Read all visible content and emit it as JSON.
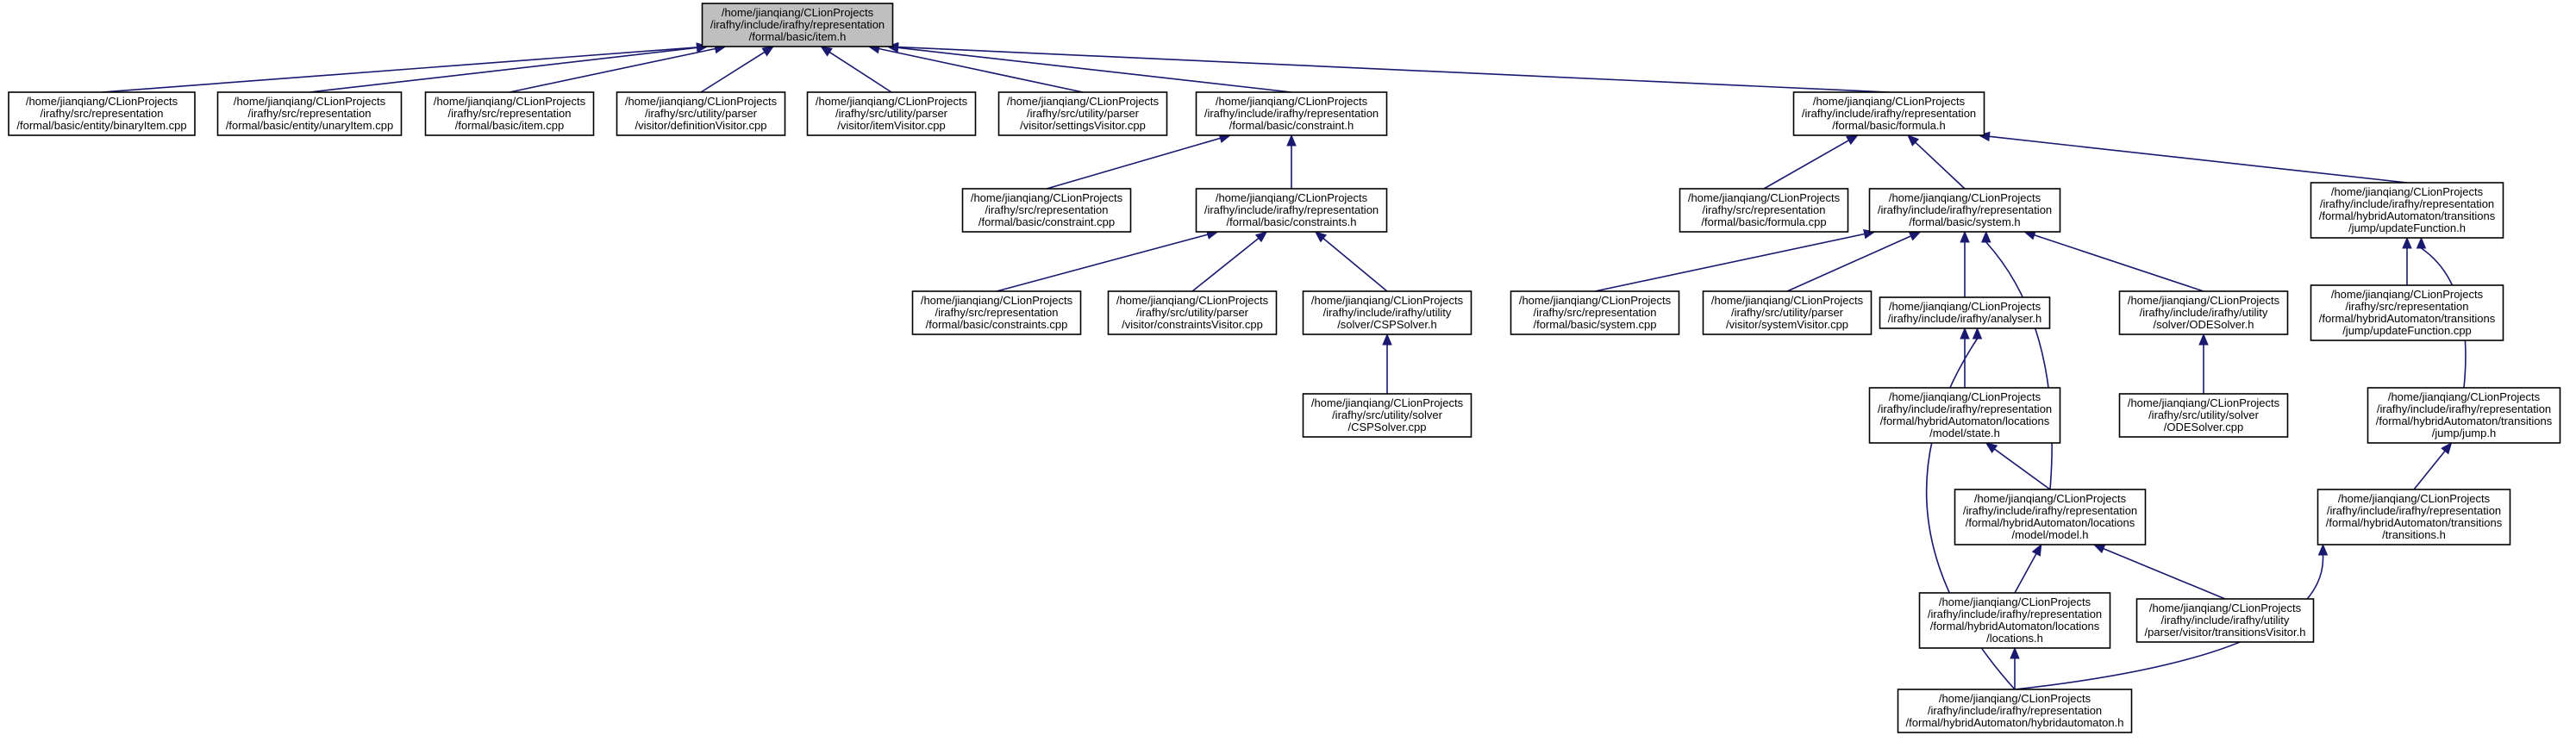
{
  "nodes": [
    {
      "id": "item_h",
      "lines": [
        "/home/jianqiang/CLionProjects",
        "/irafhy/include/irafhy/representation",
        "/formal/basic/item.h"
      ],
      "root": true
    },
    {
      "id": "binaryItem_cpp",
      "lines": [
        "/home/jianqiang/CLionProjects",
        "/irafhy/src/representation",
        "/formal/basic/entity/binaryItem.cpp"
      ]
    },
    {
      "id": "unaryItem_cpp",
      "lines": [
        "/home/jianqiang/CLionProjects",
        "/irafhy/src/representation",
        "/formal/basic/entity/unaryItem.cpp"
      ]
    },
    {
      "id": "item_cpp",
      "lines": [
        "/home/jianqiang/CLionProjects",
        "/irafhy/src/representation",
        "/formal/basic/item.cpp"
      ]
    },
    {
      "id": "definitionVisitor_cpp",
      "lines": [
        "/home/jianqiang/CLionProjects",
        "/irafhy/src/utility/parser",
        "/visitor/definitionVisitor.cpp"
      ]
    },
    {
      "id": "itemVisitor_cpp",
      "lines": [
        "/home/jianqiang/CLionProjects",
        "/irafhy/src/utility/parser",
        "/visitor/itemVisitor.cpp"
      ]
    },
    {
      "id": "settingsVisitor_cpp",
      "lines": [
        "/home/jianqiang/CLionProjects",
        "/irafhy/src/utility/parser",
        "/visitor/settingsVisitor.cpp"
      ]
    },
    {
      "id": "constraint_h",
      "lines": [
        "/home/jianqiang/CLionProjects",
        "/irafhy/include/irafhy/representation",
        "/formal/basic/constraint.h"
      ]
    },
    {
      "id": "formula_h",
      "lines": [
        "/home/jianqiang/CLionProjects",
        "/irafhy/include/irafhy/representation",
        "/formal/basic/formula.h"
      ]
    },
    {
      "id": "constraint_cpp",
      "lines": [
        "/home/jianqiang/CLionProjects",
        "/irafhy/src/representation",
        "/formal/basic/constraint.cpp"
      ]
    },
    {
      "id": "constraints_h",
      "lines": [
        "/home/jianqiang/CLionProjects",
        "/irafhy/include/irafhy/representation",
        "/formal/basic/constraints.h"
      ]
    },
    {
      "id": "formula_cpp",
      "lines": [
        "/home/jianqiang/CLionProjects",
        "/irafhy/src/representation",
        "/formal/basic/formula.cpp"
      ]
    },
    {
      "id": "system_h",
      "lines": [
        "/home/jianqiang/CLionProjects",
        "/irafhy/include/irafhy/representation",
        "/formal/basic/system.h"
      ]
    },
    {
      "id": "updateFunction_h",
      "lines": [
        "/home/jianqiang/CLionProjects",
        "/irafhy/include/irafhy/representation",
        "/formal/hybridAutomaton/transitions",
        "/jump/updateFunction.h"
      ]
    },
    {
      "id": "constraints_cpp",
      "lines": [
        "/home/jianqiang/CLionProjects",
        "/irafhy/src/representation",
        "/formal/basic/constraints.cpp"
      ]
    },
    {
      "id": "constraintsVisitor_cpp",
      "lines": [
        "/home/jianqiang/CLionProjects",
        "/irafhy/src/utility/parser",
        "/visitor/constraintsVisitor.cpp"
      ]
    },
    {
      "id": "CSPSolver_h",
      "lines": [
        "/home/jianqiang/CLionProjects",
        "/irafhy/include/irafhy/utility",
        "/solver/CSPSolver.h"
      ]
    },
    {
      "id": "system_cpp",
      "lines": [
        "/home/jianqiang/CLionProjects",
        "/irafhy/src/representation",
        "/formal/basic/system.cpp"
      ]
    },
    {
      "id": "systemVisitor_cpp",
      "lines": [
        "/home/jianqiang/CLionProjects",
        "/irafhy/src/utility/parser",
        "/visitor/systemVisitor.cpp"
      ]
    },
    {
      "id": "analyser_h",
      "lines": [
        "/home/jianqiang/CLionProjects",
        "/irafhy/include/irafhy/analyser.h"
      ]
    },
    {
      "id": "ODESolver_h",
      "lines": [
        "/home/jianqiang/CLionProjects",
        "/irafhy/include/irafhy/utility",
        "/solver/ODESolver.h"
      ]
    },
    {
      "id": "updateFunction_cpp",
      "lines": [
        "/home/jianqiang/CLionProjects",
        "/irafhy/src/representation",
        "/formal/hybridAutomaton/transitions",
        "/jump/updateFunction.cpp"
      ]
    },
    {
      "id": "CSPSolver_cpp",
      "lines": [
        "/home/jianqiang/CLionProjects",
        "/irafhy/src/utility/solver",
        "/CSPSolver.cpp"
      ]
    },
    {
      "id": "state_h",
      "lines": [
        "/home/jianqiang/CLionProjects",
        "/irafhy/include/irafhy/representation",
        "/formal/hybridAutomaton/locations",
        "/model/state.h"
      ]
    },
    {
      "id": "ODESolver_cpp",
      "lines": [
        "/home/jianqiang/CLionProjects",
        "/irafhy/src/utility/solver",
        "/ODESolver.cpp"
      ]
    },
    {
      "id": "jump_h",
      "lines": [
        "/home/jianqiang/CLionProjects",
        "/irafhy/include/irafhy/representation",
        "/formal/hybridAutomaton/transitions",
        "/jump/jump.h"
      ]
    },
    {
      "id": "model_h",
      "lines": [
        "/home/jianqiang/CLionProjects",
        "/irafhy/include/irafhy/representation",
        "/formal/hybridAutomaton/locations",
        "/model/model.h"
      ]
    },
    {
      "id": "transitions_h",
      "lines": [
        "/home/jianqiang/CLionProjects",
        "/irafhy/include/irafhy/representation",
        "/formal/hybridAutomaton/transitions",
        "/transitions.h"
      ]
    },
    {
      "id": "locations_h",
      "lines": [
        "/home/jianqiang/CLionProjects",
        "/irafhy/include/irafhy/representation",
        "/formal/hybridAutomaton/locations",
        "/locations.h"
      ]
    },
    {
      "id": "transitionsVisitor_h",
      "lines": [
        "/home/jianqiang/CLionProjects",
        "/irafhy/include/irafhy/utility",
        "/parser/visitor/transitionsVisitor.h"
      ]
    },
    {
      "id": "hybridautomaton_h",
      "lines": [
        "/home/jianqiang/CLionProjects",
        "/irafhy/include/irafhy/representation",
        "/formal/hybridAutomaton/hybridautomaton.h"
      ]
    }
  ],
  "edges": [
    [
      "binaryItem_cpp",
      "item_h"
    ],
    [
      "unaryItem_cpp",
      "item_h"
    ],
    [
      "item_cpp",
      "item_h"
    ],
    [
      "definitionVisitor_cpp",
      "item_h"
    ],
    [
      "itemVisitor_cpp",
      "item_h"
    ],
    [
      "settingsVisitor_cpp",
      "item_h"
    ],
    [
      "constraint_h",
      "item_h"
    ],
    [
      "formula_h",
      "item_h"
    ],
    [
      "constraint_cpp",
      "constraint_h"
    ],
    [
      "constraints_h",
      "constraint_h"
    ],
    [
      "constraints_cpp",
      "constraints_h"
    ],
    [
      "constraintsVisitor_cpp",
      "constraints_h"
    ],
    [
      "CSPSolver_h",
      "constraints_h"
    ],
    [
      "CSPSolver_cpp",
      "CSPSolver_h"
    ],
    [
      "formula_cpp",
      "formula_h"
    ],
    [
      "system_h",
      "formula_h"
    ],
    [
      "updateFunction_h",
      "formula_h"
    ],
    [
      "system_cpp",
      "system_h"
    ],
    [
      "systemVisitor_cpp",
      "system_h"
    ],
    [
      "analyser_h",
      "system_h"
    ],
    [
      "ODESolver_h",
      "system_h"
    ],
    [
      "model_h",
      "system_h"
    ],
    [
      "ODESolver_cpp",
      "ODESolver_h"
    ],
    [
      "state_h",
      "analyser_h"
    ],
    [
      "hybridautomaton_h",
      "analyser_h"
    ],
    [
      "model_h",
      "state_h"
    ],
    [
      "locations_h",
      "model_h"
    ],
    [
      "transitionsVisitor_h",
      "model_h"
    ],
    [
      "hybridautomaton_h",
      "locations_h"
    ],
    [
      "updateFunction_cpp",
      "updateFunction_h"
    ],
    [
      "jump_h",
      "updateFunction_h"
    ],
    [
      "transitions_h",
      "jump_h"
    ],
    [
      "hybridautomaton_h",
      "transitions_h"
    ]
  ]
}
